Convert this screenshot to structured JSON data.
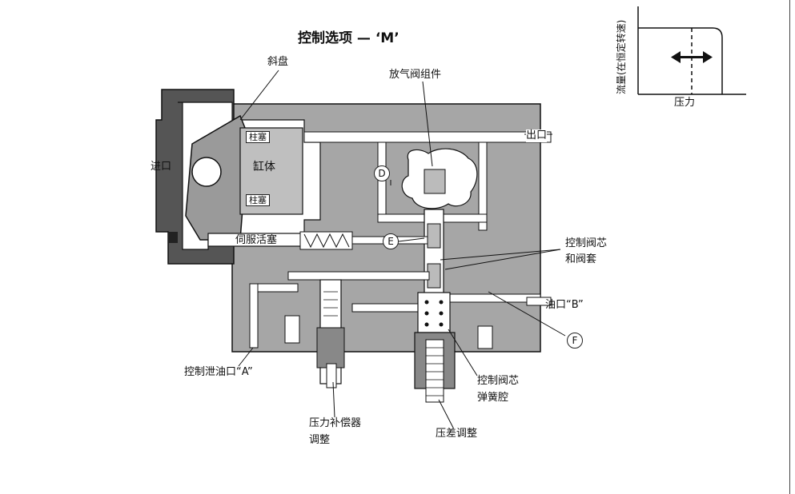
{
  "title": "控制选项 — ‘M’",
  "labels": {
    "swashplate": "斜盘",
    "inlet": "进口",
    "piston_top": "柱塞",
    "cylinder": "缸体",
    "piston_bottom": "柱塞",
    "servo_piston": "伺服活塞",
    "bleed_valve": "放气阀组件",
    "outlet": "出口",
    "control_spool_sleeve_1": "控制阀芯",
    "control_spool_sleeve_2": "和阀套",
    "port_b": "油口“B”",
    "control_drain_a": "控制泄油口“A”",
    "spring_chamber_1": "控制阀芯",
    "spring_chamber_2": "弹簧腔",
    "compensator_adj_1": "压力补偿器",
    "compensator_adj_2": "调整",
    "diff_adj": "压差调整"
  },
  "markers": {
    "d": "D",
    "e": "E",
    "f": "F"
  },
  "inset": {
    "ylabel": "流量(在恒定转速)",
    "xlabel": "压力"
  },
  "colors": {
    "body": "#a6a6a6",
    "dark": "#555555",
    "line": "#111111"
  }
}
